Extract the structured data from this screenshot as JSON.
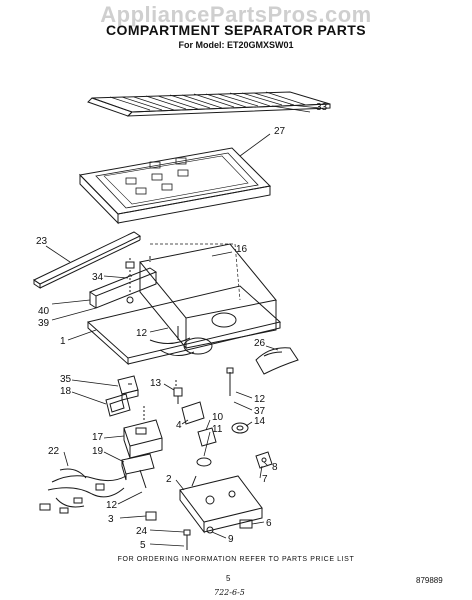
{
  "header": {
    "watermark": "AppliancePartsPros.com",
    "title": "COMPARTMENT SEPARATOR PARTS",
    "subtitle": "For Model: ET20GMXSW01"
  },
  "callouts": [
    "33",
    "27",
    "23",
    "16",
    "34",
    "40",
    "39",
    "1",
    "12",
    "26",
    "35",
    "18",
    "13",
    "12",
    "37",
    "4",
    "14",
    "10",
    "11",
    "17",
    "19",
    "22",
    "8",
    "7",
    "2",
    "12",
    "3",
    "24",
    "6",
    "9",
    "5"
  ],
  "footer": {
    "note": "FOR ORDERING INFORMATION REFER TO PARTS PRICE LIST",
    "page_number": "5",
    "document_number": "879889",
    "handwritten": "722-6-5"
  }
}
